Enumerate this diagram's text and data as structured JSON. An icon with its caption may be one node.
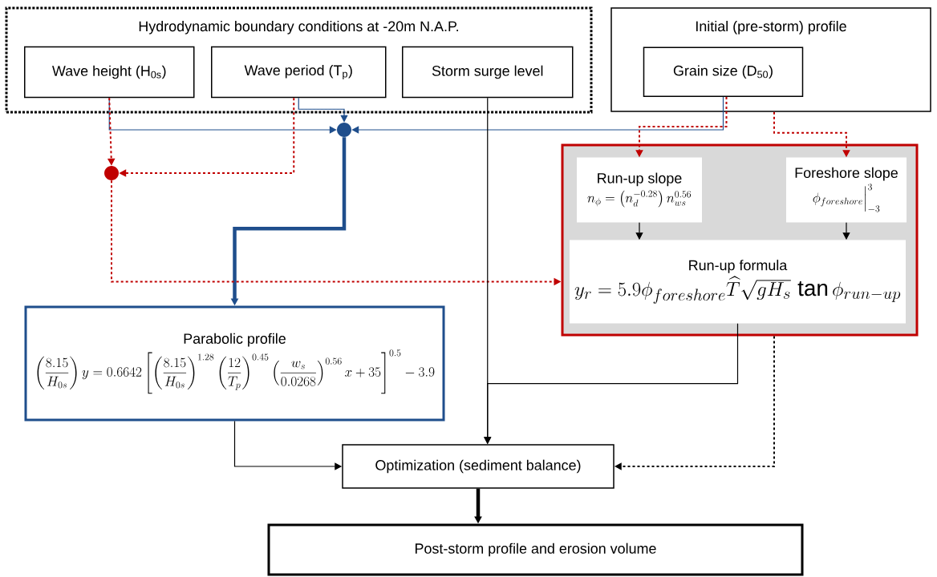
{
  "diagram": {
    "nodes": [
      {
        "text": [
          "Hydrodynamic boundary conditions at -20m N.A.P."
        ]
      },
      {
        "text": [
          "Wave height (H$_{0s}$)"
        ],
        "in": 0
      },
      {
        "text": [
          "Wave period (T$_{p}$)"
        ],
        "in": 0
      },
      {
        "text": [
          "Storm surge level"
        ],
        "in": 0
      },
      {
        "text": [
          "Initial (pre-storm) profile"
        ]
      },
      {
        "text": [
          "Grain size (D$_{50}$)"
        ],
        "in": 4
      },
      {
        "text": [],
        "shape": "circle"
      },
      {
        "text": [],
        "shape": "circle"
      },
      {
        "text": [],
        "shape": "box"
      },
      {
        "text": [
          "Run-up slope",
          "n_{\\phi}=\\left(n_{d}^{-0.28}\\right)n_{ws}^{0.56}"
        ],
        "in": 8
      },
      {
        "text": [
          "Foreshore slope",
          "\\phi_{foreshore}\\Big|_{-3}^{3}"
        ],
        "in": 8
      },
      {
        "text": [
          "Run-up formula",
          "y_{r}=5.9\\phi_{foreshore}\\widehat{T}\\sqrt{gH_{s}}\\,\\tan\\phi_{run-up}"
        ],
        "in": 8
      },
      {
        "text": [
          "Parabolic profile",
          "\\left(\\frac{8.15}{H_{0s}}\\right)y=0.6642\\left[\\left(\\frac{8.15}{H_{0s}}\\right)^{1.28}\\left(\\frac{12}{T_{p}}\\right)^{0.45}\\left(\\frac{w_{s}}{0.0268}\\right)^{0.56}x+35\\right]^{0.5}-3.9"
        ]
      },
      {
        "text": [
          "Optimization (sediment balance)"
        ]
      },
      {
        "text": [
          "Post-storm profile and erosion volume"
        ]
      }
    ],
    "edges": [
      {
        "from": 1,
        "to": 6,
        "arrow": "to",
        "color": "#1f4e8c"
      },
      {
        "from": 2,
        "to": 6,
        "arrow": "to",
        "color": "#1f4e8c"
      },
      {
        "from": 5,
        "to": 6,
        "arrow": "to",
        "color": "#1f4e8c"
      },
      {
        "from": 1,
        "to": 7,
        "arrow": "to",
        "style": "dashed",
        "color": "#c00000"
      },
      {
        "from": 2,
        "to": 7,
        "arrow": "to",
        "style": "dashed",
        "color": "#c00000"
      },
      {
        "from": 5,
        "to": 9,
        "arrow": "to",
        "style": "dashed",
        "color": "#c00000"
      },
      {
        "from": 4,
        "to": 10,
        "arrow": "to",
        "style": "dashed",
        "color": "#c00000"
      },
      {
        "from": 6,
        "to": 12,
        "arrow": "to",
        "style": "thick",
        "color": "#1f4e8c"
      },
      {
        "from": 7,
        "to": 8,
        "arrow": "to",
        "style": "dashed",
        "color": "#c00000"
      },
      {
        "from": 9,
        "to": 11,
        "arrow": "to"
      },
      {
        "from": 10,
        "to": 11,
        "arrow": "to"
      },
      {
        "from": 3,
        "to": 13,
        "arrow": "to"
      },
      {
        "from": 11,
        "to": 13,
        "arrow": "to"
      },
      {
        "from": 12,
        "to": 13,
        "arrow": "to"
      },
      {
        "from": 8,
        "to": 13,
        "arrow": "to",
        "style": "dashed"
      },
      {
        "from": 13,
        "to": 14,
        "arrow": "to",
        "style": "thick"
      }
    ]
  }
}
